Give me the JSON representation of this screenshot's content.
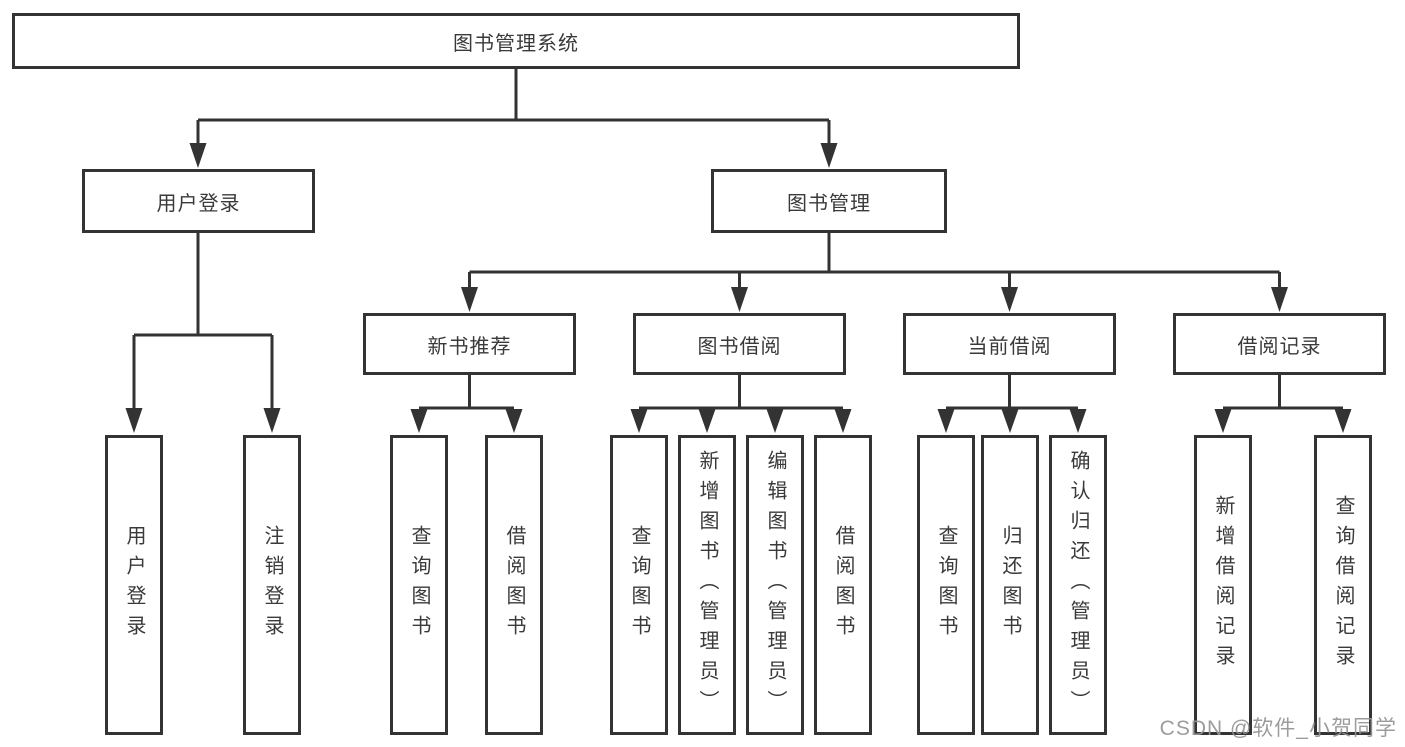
{
  "diagram": {
    "watermark": "CSDN @软件_小贺同学",
    "colors": {
      "line": "#333333",
      "box_border": "#333333",
      "text": "#3a3a3a",
      "watermark": "#949494",
      "background": "#ffffff"
    },
    "root": {
      "label": "图书管理系统",
      "children": [
        {
          "label": "用户登录",
          "children": [
            {
              "label": "用户登录"
            },
            {
              "label": "注销登录"
            }
          ]
        },
        {
          "label": "图书管理",
          "children": [
            {
              "label": "新书推荐",
              "children": [
                {
                  "label": "查询图书"
                },
                {
                  "label": "借阅图书"
                }
              ]
            },
            {
              "label": "图书借阅",
              "children": [
                {
                  "label": "查询图书"
                },
                {
                  "label": "新增图书（管理员）"
                },
                {
                  "label": "编辑图书（管理员）"
                },
                {
                  "label": "借阅图书"
                }
              ]
            },
            {
              "label": "当前借阅",
              "children": [
                {
                  "label": "查询图书"
                },
                {
                  "label": "归还图书"
                },
                {
                  "label": "确认归还（管理员）"
                }
              ]
            },
            {
              "label": "借阅记录",
              "children": [
                {
                  "label": "新增借阅记录"
                },
                {
                  "label": "查询借阅记录"
                }
              ]
            }
          ]
        }
      ]
    }
  }
}
